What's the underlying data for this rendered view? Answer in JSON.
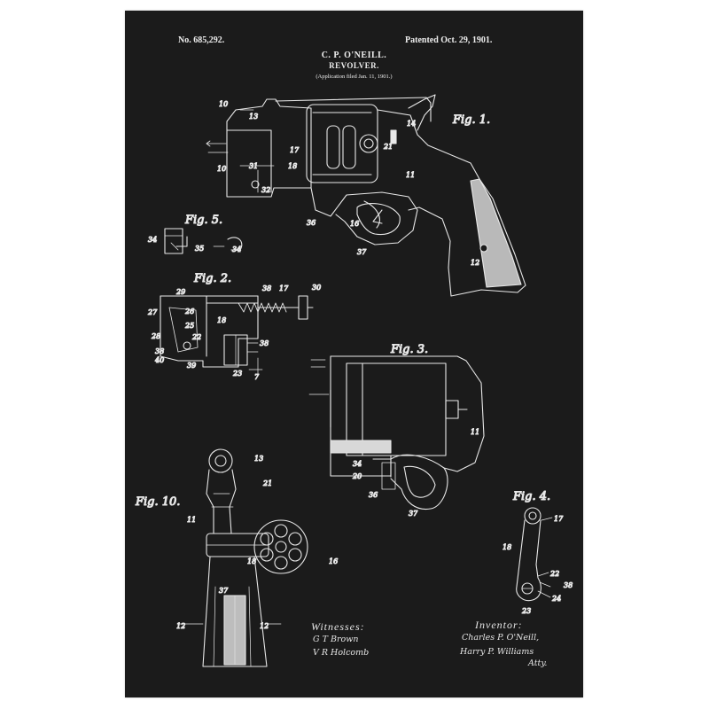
{
  "header": {
    "patent_number": "No. 685,292.",
    "patent_date": "Patented Oct. 29, 1901.",
    "inventor_name": "C. P. O'NEILL.",
    "title": "REVOLVER.",
    "application": "(Application filed Jan. 11, 1901.)"
  },
  "figures": {
    "fig1": "Fig. 1.",
    "fig2": "Fig. 2.",
    "fig3": "Fig. 3.",
    "fig4": "Fig. 4.",
    "fig5": "Fig. 5.",
    "fig10": "Fig. 10."
  },
  "numerals": {
    "n10": "10",
    "n13": "13",
    "n14": "14",
    "n17": "17",
    "n21": "21",
    "n11": "11",
    "n31": "31",
    "n18": "18",
    "n32": "32",
    "n36": "36",
    "n16": "16",
    "n37": "37",
    "n12": "12",
    "n34": "34",
    "n35": "35",
    "n29": "29",
    "n38": "38",
    "n30": "30",
    "n27": "27",
    "n26": "26",
    "n25": "25",
    "n28": "28",
    "n22": "22",
    "n40": "40",
    "n39": "39",
    "n23": "23",
    "n7": "7",
    "n20": "20",
    "n24": "24"
  },
  "signatures": {
    "witnesses_label": "Witnesses:",
    "witness_1": "G T Brown",
    "witness_2": "V R Holcomb",
    "inventor_label": "Inventor:",
    "inventor_signature": "Charles P. O'Neill,",
    "attorney_signature": "Harry P. Williams",
    "attorney_abbrev": "Atty."
  },
  "colors": {
    "paper": "#1b1b1b",
    "ink": "#ececec",
    "background": "#ffffff"
  }
}
